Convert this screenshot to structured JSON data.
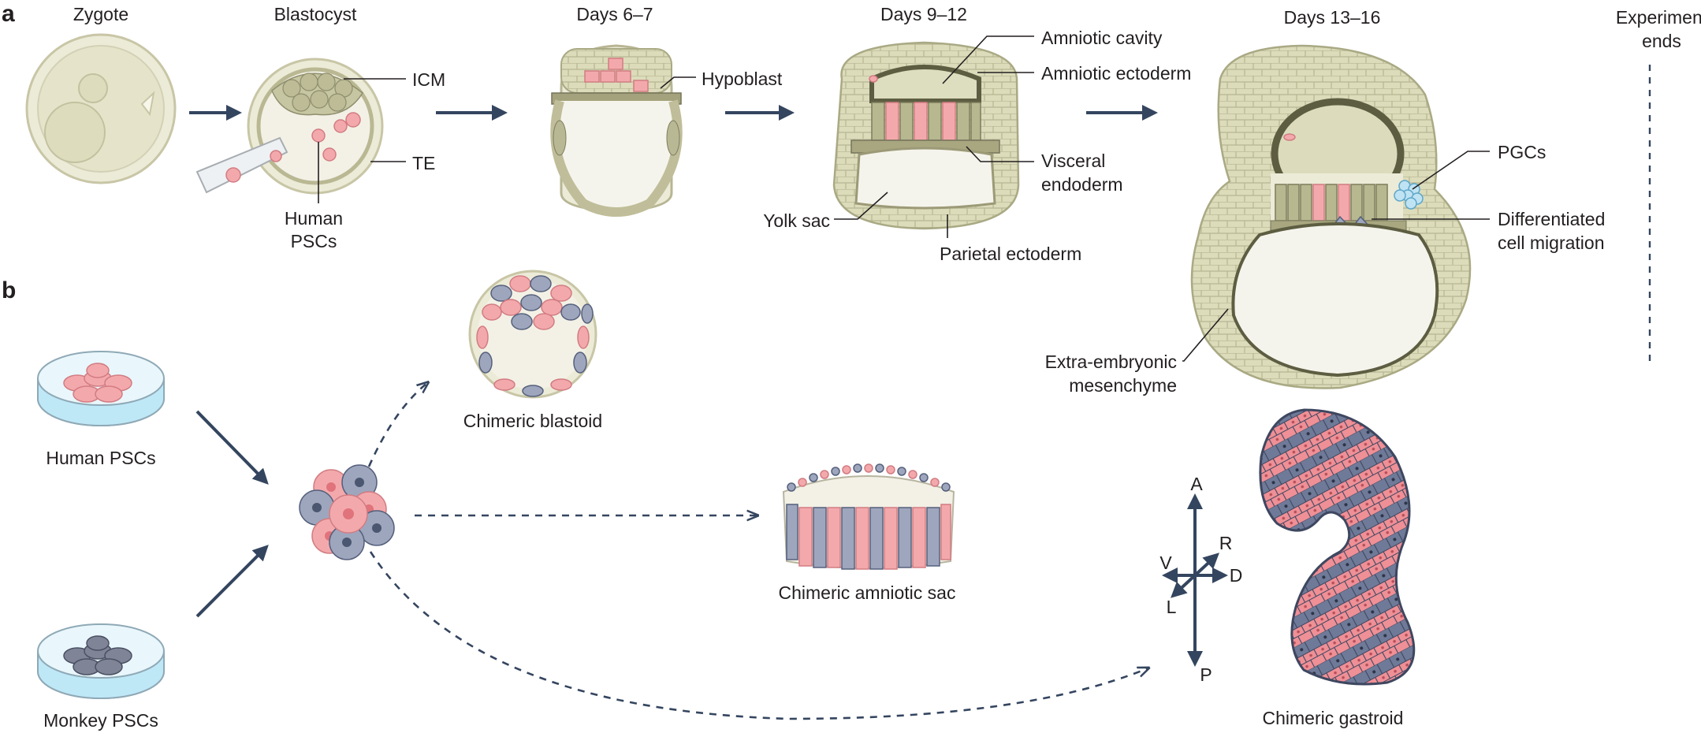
{
  "panels": {
    "a": "a",
    "b": "b"
  },
  "stages": {
    "zygote": "Zygote",
    "blastocyst": "Blastocyst",
    "days_6_7": "Days 6–7",
    "days_9_12": "Days 9–12",
    "days_13_16": "Days 13–16",
    "experiment_ends_line1": "Experiment",
    "experiment_ends_line2": "ends"
  },
  "labels": {
    "icm": "ICM",
    "te": "TE",
    "human_pscs_line1": "Human",
    "human_pscs_line2": "PSCs",
    "hypoblast": "Hypoblast",
    "amniotic_cavity": "Amniotic cavity",
    "amniotic_ectoderm": "Amniotic ectoderm",
    "visceral_endoderm_line1": "Visceral",
    "visceral_endoderm_line2": "endoderm",
    "yolk_sac": "Yolk sac",
    "parietal_ectoderm": "Parietal ectoderm",
    "pgcs": "PGCs",
    "diff_migration_line1": "Differentiated",
    "diff_migration_line2": "cell migration",
    "extra_embryonic_line1": "Extra-embryonic",
    "extra_embryonic_line2": "mesenchyme"
  },
  "panel_b": {
    "human_pscs": "Human PSCs",
    "monkey_pscs": "Monkey PSCs",
    "chimeric_blastoid": "Chimeric blastoid",
    "chimeric_amniotic_sac": "Chimeric amniotic sac",
    "chimeric_gastroid": "Chimeric gastroid",
    "axes": {
      "a": "A",
      "p": "P",
      "r": "R",
      "l": "L",
      "v": "V",
      "d": "D"
    }
  },
  "colors": {
    "human_cell": "#f3a9ac",
    "monkey_cell": "#9ea6bd",
    "arrow": "#34455f",
    "embryo_tissue": "#dedebf"
  }
}
